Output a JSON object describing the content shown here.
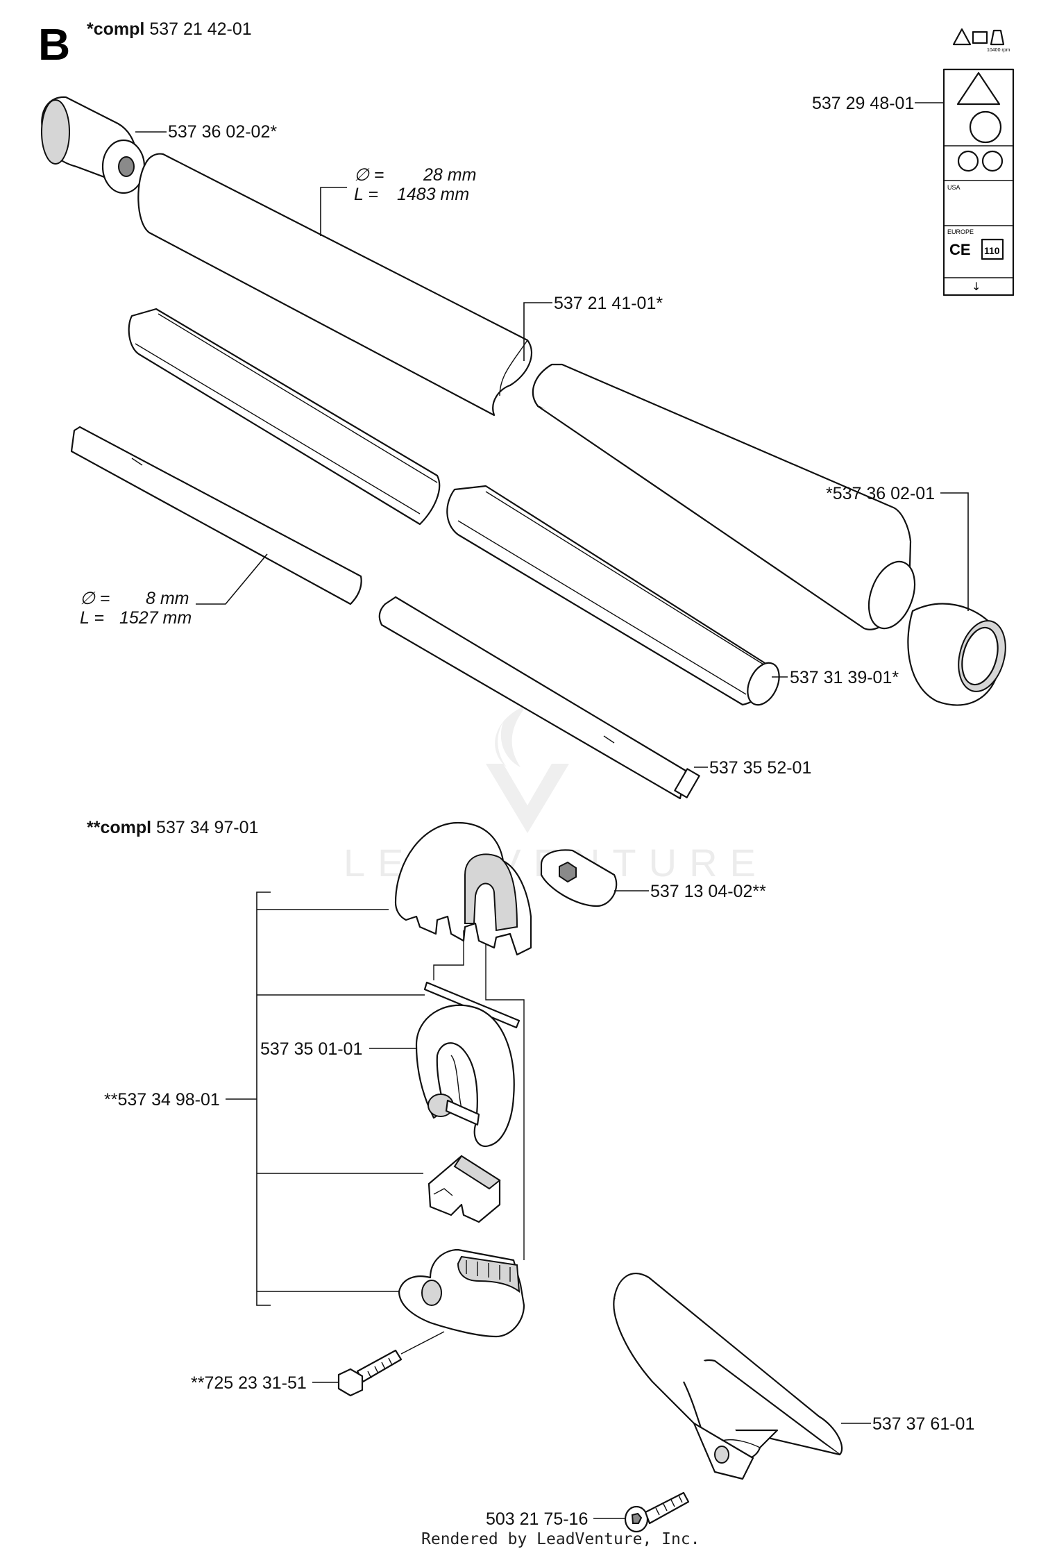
{
  "section": {
    "letter": "B",
    "assembly_prefix": "*compl",
    "assembly_number": "537 21 42-01"
  },
  "subassembly": {
    "prefix": "**compl",
    "number": "537 34 97-01"
  },
  "dimensions": {
    "shaft_tube": {
      "diameter_label": "∅ =",
      "diameter_value": "28 mm",
      "length_label": "L  =",
      "length_value": "1483 mm"
    },
    "drive_shaft": {
      "diameter_label": "∅ =",
      "diameter_value": "8 mm",
      "length_label": "L  =",
      "length_value": "1527 mm"
    }
  },
  "parts": [
    {
      "id": "p1",
      "number": "537 36 02-02*"
    },
    {
      "id": "p2",
      "number": "537 29 48-01"
    },
    {
      "id": "p3",
      "number": "537 21 41-01*"
    },
    {
      "id": "p4",
      "number": "*537 36 02-01"
    },
    {
      "id": "p5",
      "number": "537 31 39-01*"
    },
    {
      "id": "p6",
      "number": "537 35 52-01"
    },
    {
      "id": "p7",
      "number": "537 13 04-02**"
    },
    {
      "id": "p8",
      "number": "537 35 01-01"
    },
    {
      "id": "p9",
      "number": "**537 34 98-01"
    },
    {
      "id": "p10",
      "number": "**725 23 31-51"
    },
    {
      "id": "p11",
      "number": "537 37 61-01"
    },
    {
      "id": "p12",
      "number": "503 21 75-16"
    }
  ],
  "decal": {
    "speed": "10400 rpm",
    "marks": [
      "USA",
      "EUROPE",
      "CE",
      "110"
    ]
  },
  "watermark": "LEADVENTURE",
  "footer": "Rendered by LeadVenture, Inc."
}
